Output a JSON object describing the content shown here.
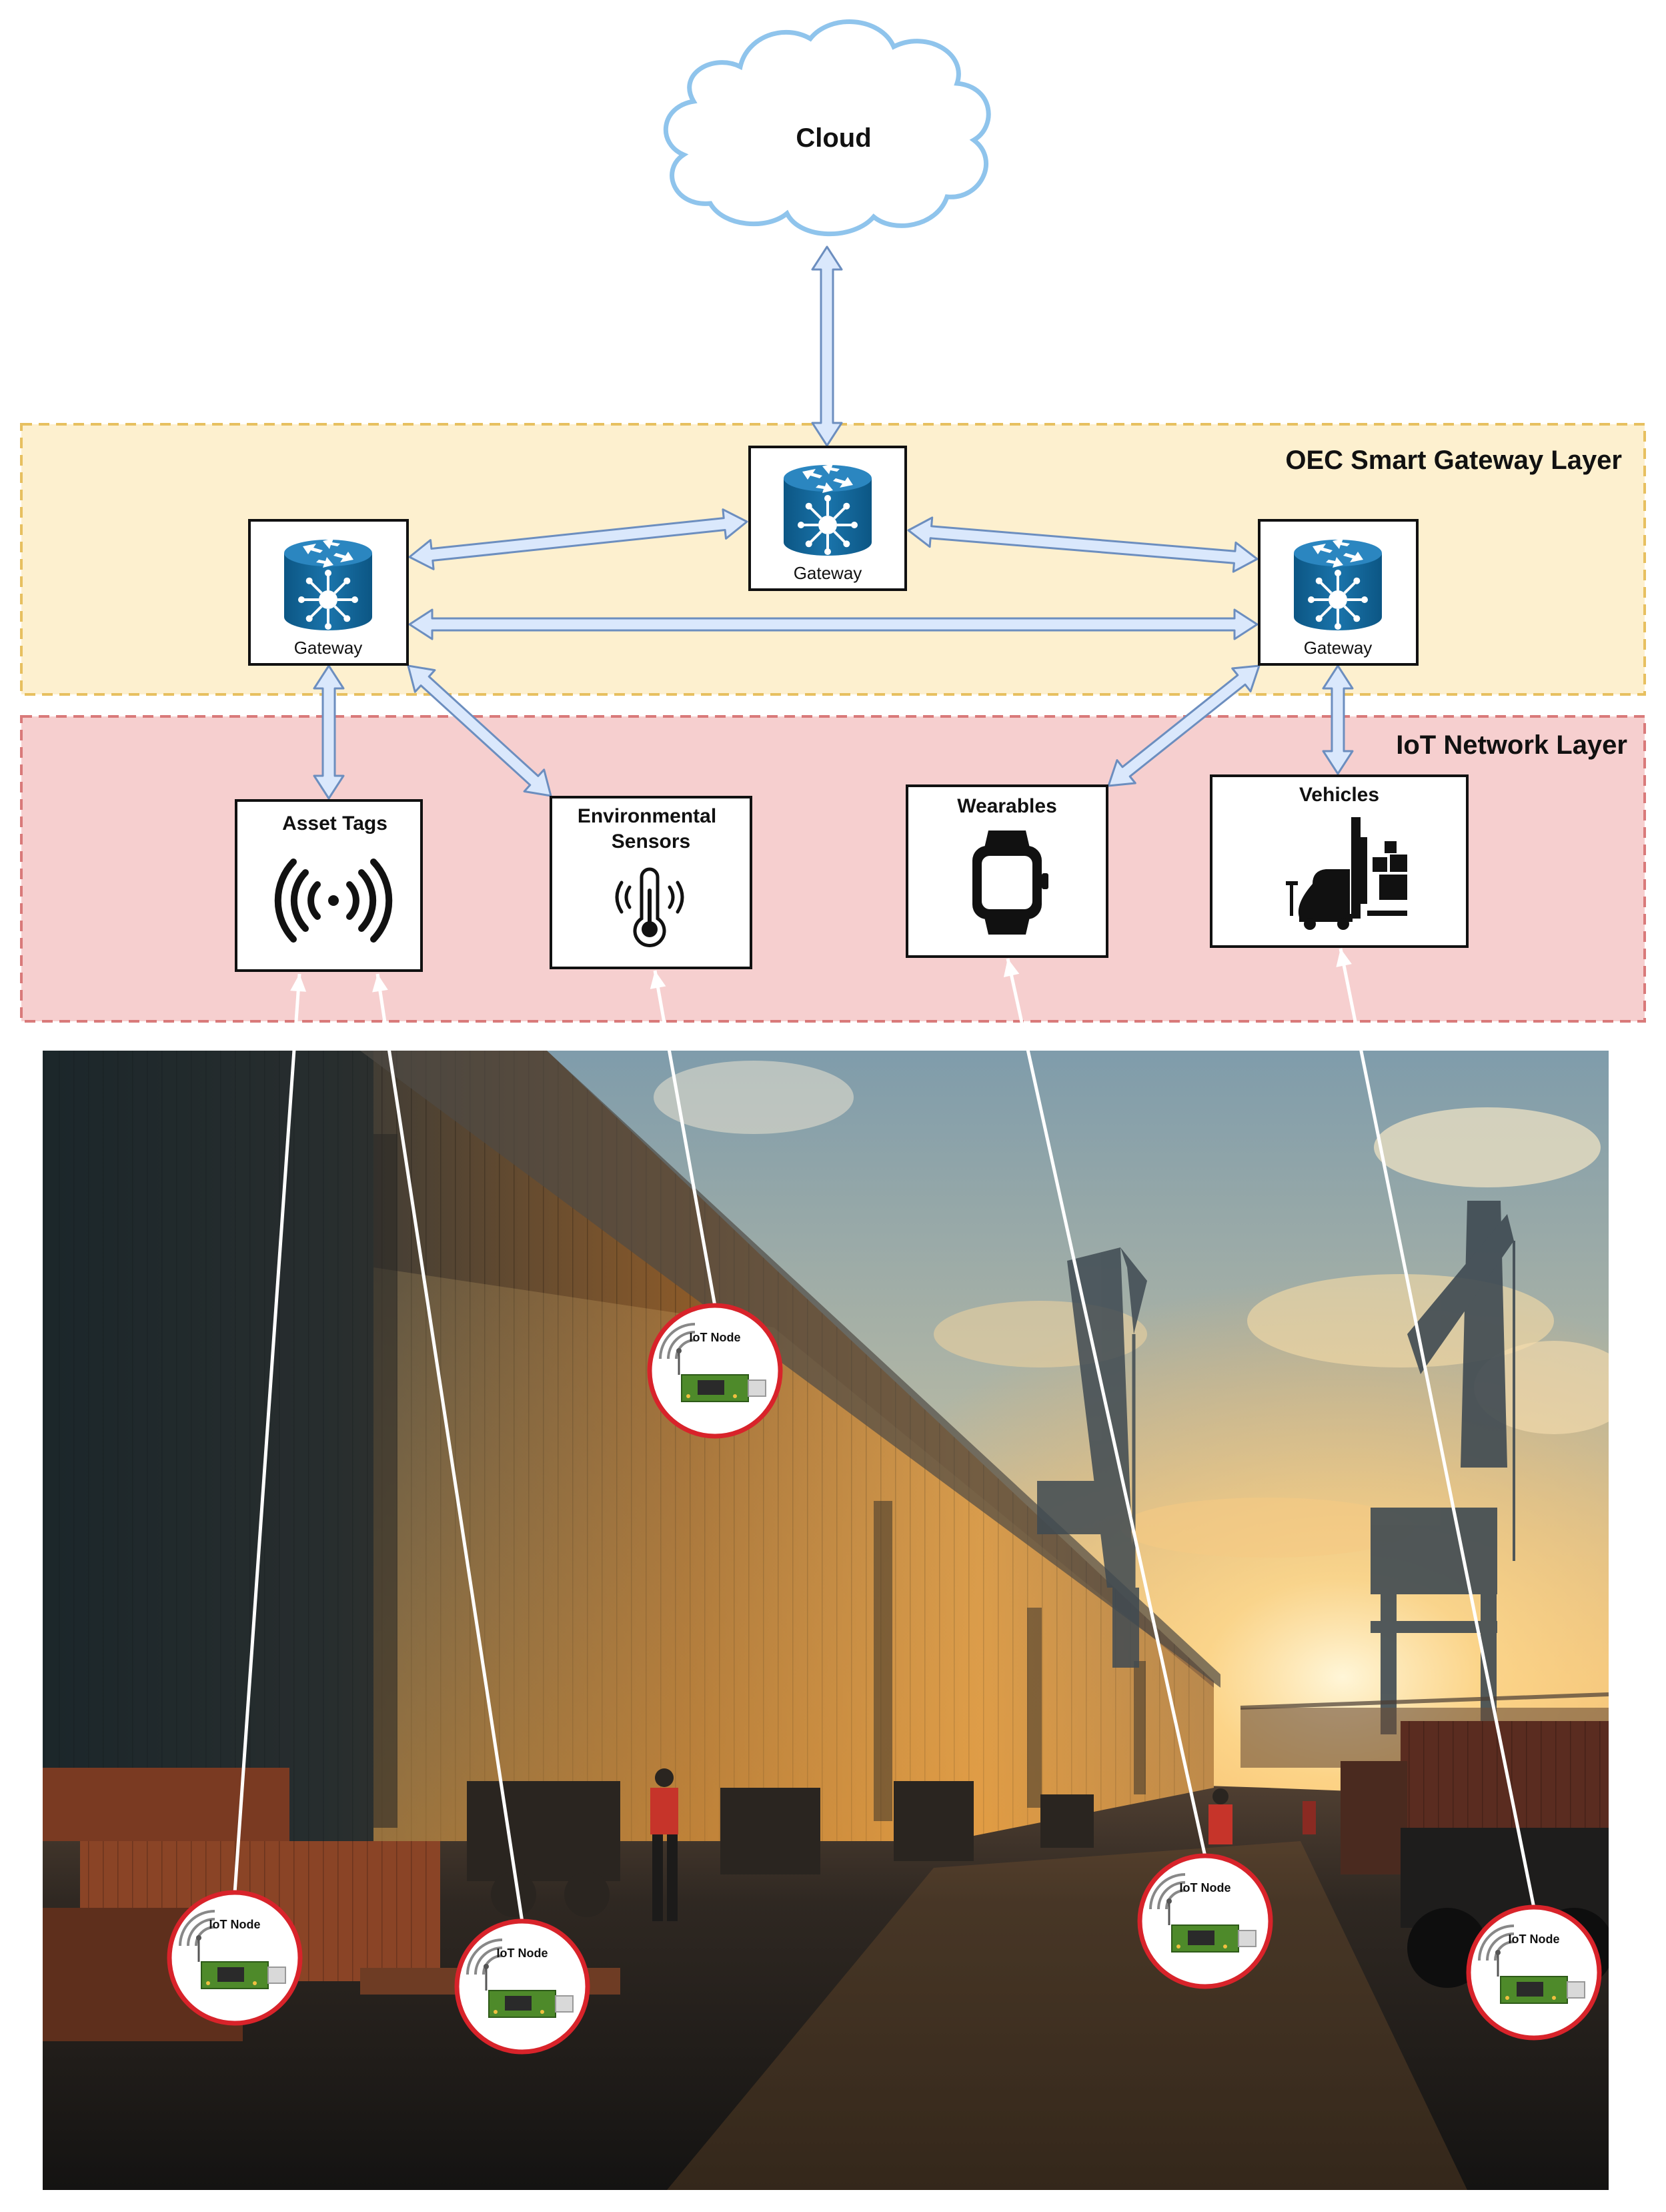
{
  "cloud": {
    "label": "Cloud"
  },
  "layers": {
    "gateway_layer": {
      "label": "OEC Smart Gateway Layer",
      "fill": "#fdf0cf",
      "border": "#e7c060"
    },
    "iot_layer": {
      "label": "IoT Network Layer",
      "fill": "#f6cfcf",
      "border": "#d97a7a"
    }
  },
  "gateways": [
    {
      "id": "gw-top",
      "label": "Gateway"
    },
    {
      "id": "gw-left",
      "label": "Gateway"
    },
    {
      "id": "gw-right",
      "label": "Gateway"
    }
  ],
  "devices": [
    {
      "id": "asset-tags",
      "lines": [
        "Asset Tags"
      ],
      "icon": "wireless-signal-icon"
    },
    {
      "id": "environmental-sensors",
      "lines": [
        "Environmental",
        "Sensors"
      ],
      "icon": "thermometer-icon"
    },
    {
      "id": "wearables",
      "lines": [
        "Wearables"
      ],
      "icon": "smartwatch-icon"
    },
    {
      "id": "vehicles",
      "lines": [
        "Vehicles"
      ],
      "icon": "forklift-icon"
    }
  ],
  "iot_nodes": [
    {
      "label": "IoT Node",
      "links_to": "environmental-sensors"
    },
    {
      "label": "IoT Node",
      "links_to": "asset-tags"
    },
    {
      "label": "IoT Node",
      "links_to": "asset-tags"
    },
    {
      "label": "IoT Node",
      "links_to": "wearables"
    },
    {
      "label": "IoT Node",
      "links_to": "vehicles"
    }
  ],
  "colors": {
    "arrow_fill": "#dae8fc",
    "arrow_stroke": "#6c8ebf",
    "router_blue": "#0f5f91",
    "node_border": "#d8232a",
    "pcb_green": "#4e8a2a"
  }
}
